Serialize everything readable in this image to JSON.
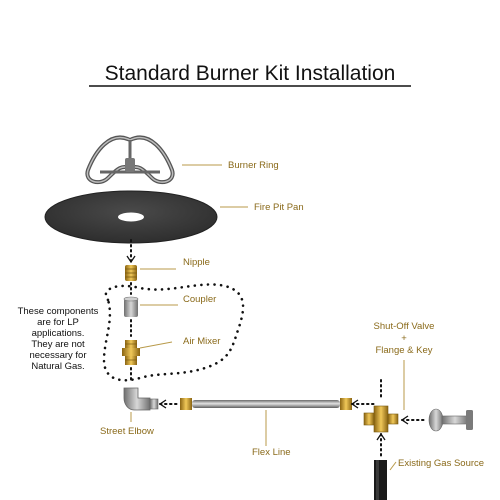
{
  "title": "Standard Burner Kit Installation",
  "labels": {
    "burner_ring": "Burner Ring",
    "fire_pit_pan": "Fire Pit Pan",
    "nipple": "Nipple",
    "coupler": "Coupler",
    "air_mixer": "Air Mixer",
    "shutoff_valve_line1": "Shut-Off Valve",
    "shutoff_valve_line2": "+",
    "shutoff_valve_line3": "Flange & Key",
    "street_elbow": "Street Elbow",
    "flex_line": "Flex Line",
    "existing_gas_source": "Existing Gas Source"
  },
  "lp_note": {
    "line1": "These components",
    "line2": "are for LP",
    "line3": "applications.",
    "line4": "They are not",
    "line5": "necessary for",
    "line6": "Natural Gas."
  },
  "colors": {
    "label": "#8a6a1a",
    "leader": "#b89a4a",
    "pan": "#3b3b3b",
    "steel": "#8c8c8c",
    "brass": "#c79a2c",
    "dots": "#111111"
  }
}
